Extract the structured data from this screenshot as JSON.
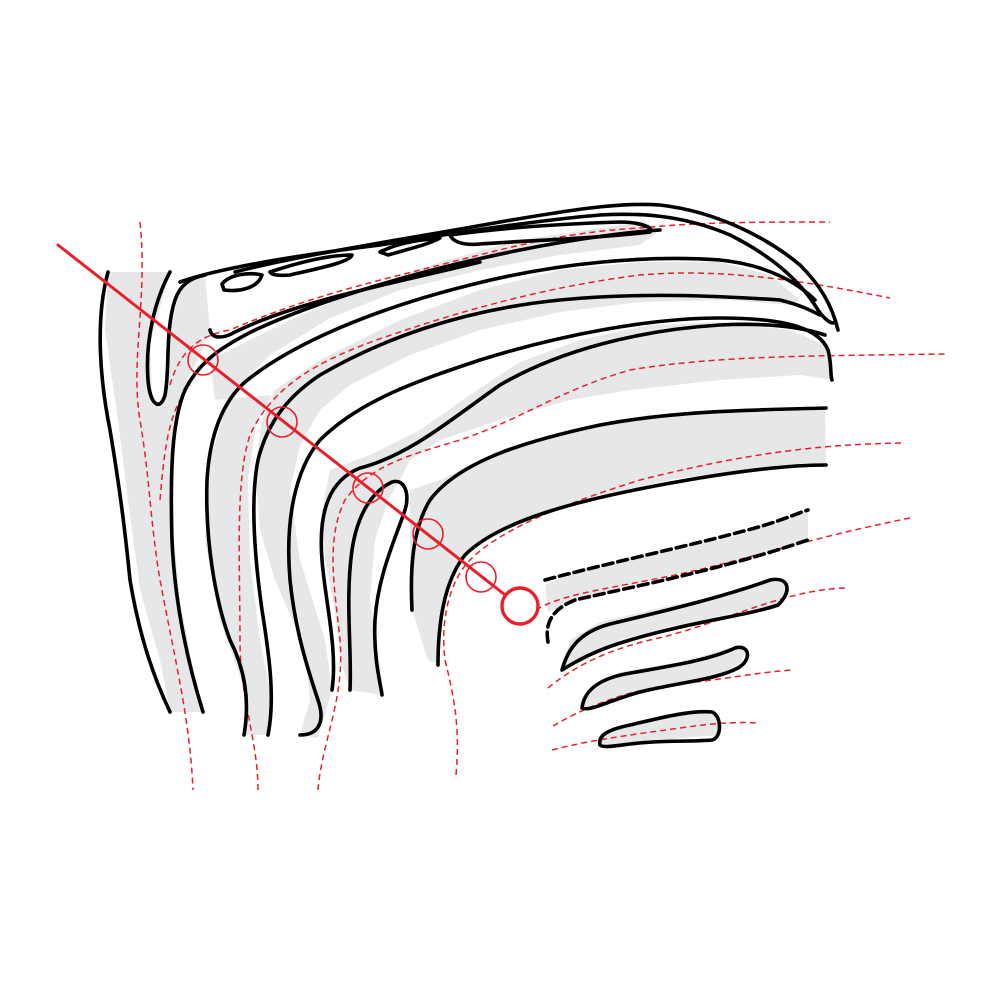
{
  "colors": {
    "outline": "#000000",
    "band_fill": "#e6e7e8",
    "guide": "#e8202a",
    "axis": "#e8202a",
    "background": "#ffffff"
  },
  "diagram": {
    "description_elements": [
      "layered-bands",
      "dashed-midlines",
      "transect-line",
      "intersection-markers",
      "end-marker"
    ],
    "intersection_marker_count": 5
  }
}
